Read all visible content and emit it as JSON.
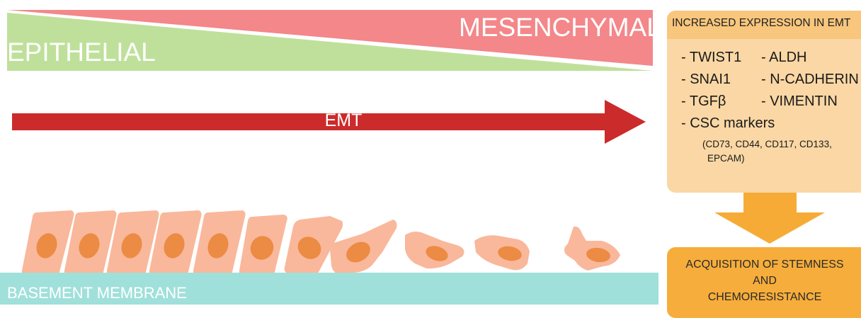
{
  "gradient": {
    "left_label": "EPITHELIAL",
    "right_label": "MESENCHYMAL"
  },
  "arrow": {
    "label": "EMT"
  },
  "membrane": {
    "label": "BASEMENT MEMBRANE"
  },
  "expression_panel": {
    "title": "INCREASED EXPRESSION IN EMT",
    "markers_left": [
      "- TWIST1",
      "- SNAI1",
      "- TGFβ"
    ],
    "markers_right": [
      "- ALDH",
      "- N-CADHERIN",
      "- VIMENTIN"
    ],
    "csc_label": "- CSC markers",
    "csc_list_line1": "(CD73, CD44, CD117, CD133,",
    "csc_list_line2": "EPCAM)"
  },
  "outcome": {
    "line1": "ACQUISITION OF STEMNESS",
    "line2": "AND",
    "line3": "CHEMORESISTANCE"
  },
  "colors": {
    "epithelial": "#bfe09a",
    "mesenchymal": "#f3878a",
    "emt_arrow": "#cb2b2b",
    "cell_body": "#f9b89b",
    "cell_nucleus": "#ec8b43",
    "membrane": "#a0e0da",
    "panel_light": "#fad7a4",
    "panel_header": "#f8c67c",
    "outcome_fill": "#f6ad3b",
    "down_arrow": "#f6ab36"
  }
}
